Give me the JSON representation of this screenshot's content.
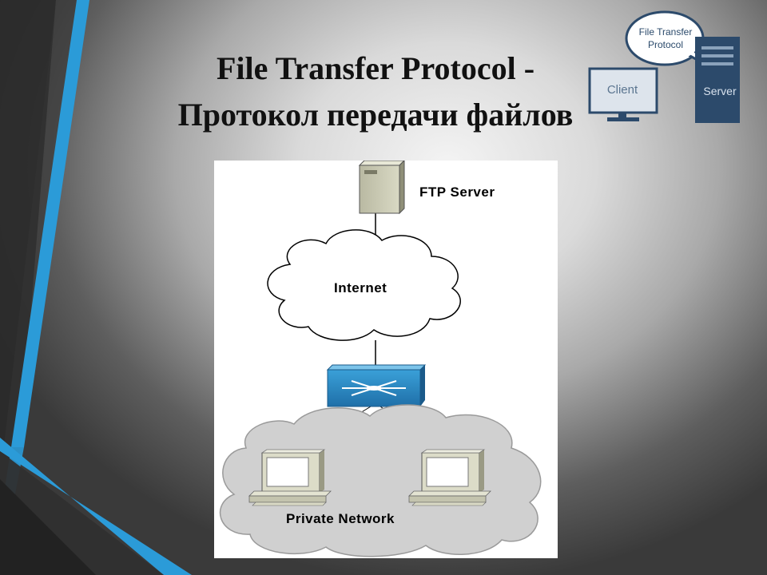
{
  "title": {
    "line1": "File Transfer Protocol -",
    "line2": "Протокол передачи файлов"
  },
  "badge": {
    "bubble_line1": "File Transfer",
    "bubble_line2": "Protocol",
    "client": "Client",
    "server": "Server"
  },
  "diagram": {
    "ftp_server": "FTP Server",
    "internet": "Internet",
    "private_network": "Private Network"
  },
  "colors": {
    "accent_blue": "#2b9bd8",
    "dark_band": "#2a2a2a",
    "badge_navy": "#2c4a6b",
    "badge_client": "#dde4ec",
    "cloud_fill": "#d0d0d0"
  }
}
